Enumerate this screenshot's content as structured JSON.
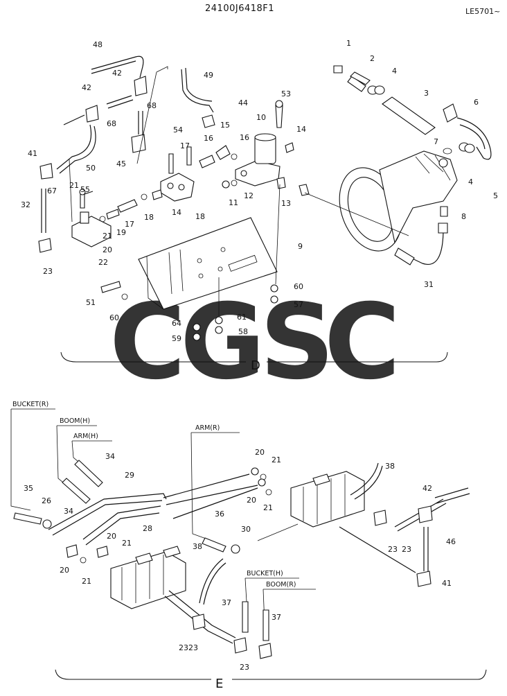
{
  "header": {
    "part_number": "24100J6418F1",
    "code": "LE5701~"
  },
  "watermark": {
    "letters": [
      "C",
      "G",
      "S",
      "C"
    ],
    "colors": [
      "#4d8ff0",
      "#ee5f5b",
      "#f5d053",
      "#48b07a"
    ]
  },
  "sections": {
    "upper": "D",
    "lower": "E"
  },
  "upper_callouts": [
    "1",
    "2",
    "3",
    "4",
    "4",
    "5",
    "6",
    "7",
    "8",
    "9",
    "10",
    "11",
    "12",
    "13",
    "14",
    "14",
    "15",
    "16",
    "16",
    "17",
    "17",
    "18",
    "18",
    "19",
    "20",
    "21",
    "21",
    "22",
    "23",
    "31",
    "32",
    "41",
    "42",
    "42",
    "44",
    "45",
    "48",
    "49",
    "50",
    "51",
    "53",
    "54",
    "55",
    "57",
    "58",
    "59",
    "60",
    "60",
    "61",
    "64",
    "67",
    "68",
    "68"
  ],
  "lower_callouts": [
    "20",
    "20",
    "20",
    "20",
    "21",
    "21",
    "21",
    "21",
    "23",
    "23",
    "23",
    "23",
    "23",
    "26",
    "28",
    "29",
    "30",
    "34",
    "34",
    "35",
    "36",
    "37",
    "37",
    "38",
    "38",
    "41",
    "42",
    "46"
  ],
  "line_labels": {
    "bucket_r": "BUCKET(R)",
    "boom_h": "BOOM(H)",
    "arm_h": "ARM(H)",
    "arm_r": "ARM(R)",
    "bucket_h": "BUCKET(H)",
    "boom_r": "BOOM(R)"
  }
}
